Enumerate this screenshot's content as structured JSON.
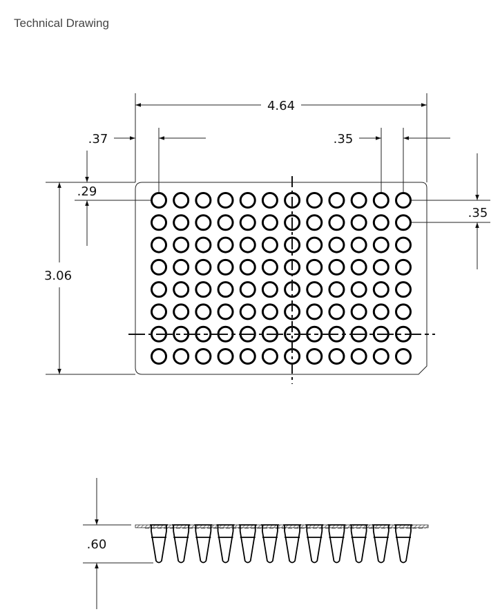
{
  "title": "Technical Drawing",
  "plate": {
    "columns": 12,
    "rows": 8
  },
  "dimensions": {
    "overall_width": "4.64",
    "left_offset": ".37",
    "well_pitch_x": ".35",
    "top_offset": ".29",
    "overall_height": "3.06",
    "well_pitch_y": ".35",
    "tube_height": ".60"
  }
}
